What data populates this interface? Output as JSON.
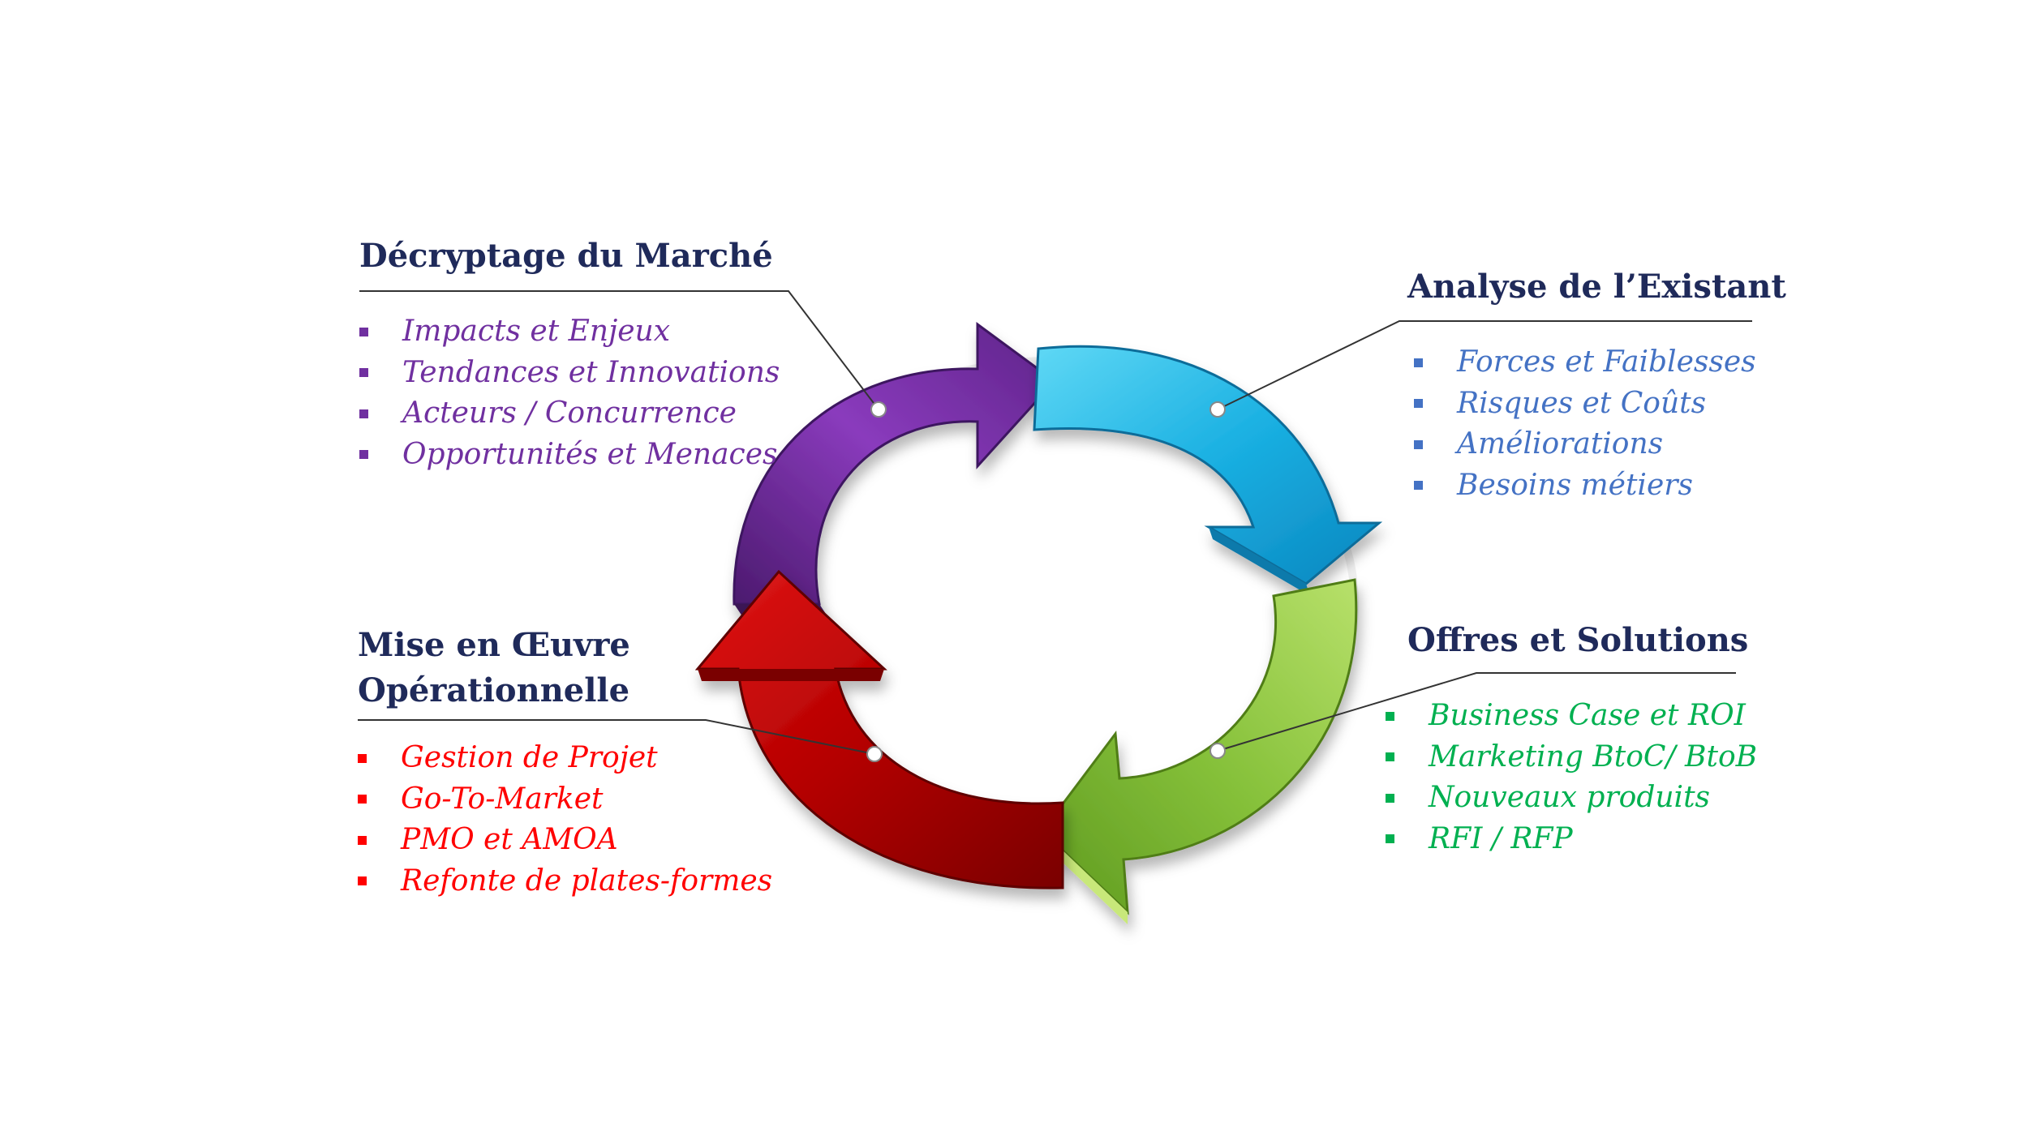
{
  "sections": [
    {
      "title": "Décryptage du Marché",
      "color": "#7030a0",
      "items": [
        "Impacts et Enjeux",
        "Tendances et Innovations",
        "Acteurs / Concurrence",
        "Opportunités  et Menaces"
      ]
    },
    {
      "title": "Analyse de l’Existant",
      "color": "#4472c4",
      "items": [
        "Forces et Faiblesses",
        "Risques et Coûts",
        "Améliorations",
        "Besoins métiers"
      ]
    },
    {
      "title": "Offres et Solutions",
      "color": "#00b050",
      "items": [
        "Business Case et ROI",
        "Marketing BtoC/ BtoB",
        "Nouveaux produits",
        "RFI / RFP"
      ]
    },
    {
      "title_line1": "Mise en Œuvre",
      "title_line2": "Opérationnelle",
      "color": "#ff0000",
      "items": [
        "Gestion de Projet",
        "Go-To-Market",
        "PMO et AMOA",
        "Refonte de plates-formes"
      ]
    }
  ],
  "arrows": {
    "purple": "#7a2fa8",
    "blue": "#1eb0e0",
    "green": "#8cc63f",
    "red": "#c00000"
  }
}
